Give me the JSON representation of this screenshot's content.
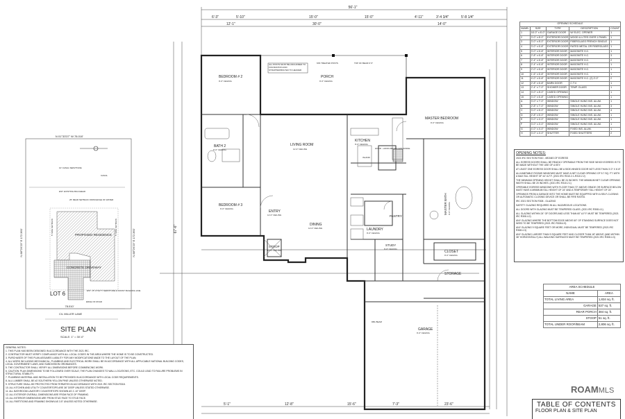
{
  "floor_plan": {
    "overall_width": "56'-1\"",
    "overall_depth": "67'-6\"",
    "top_dims": [
      "6'-3\"",
      "5'-10\"",
      "12'-1\"",
      "30'-0\"",
      "15'-0\"",
      "15'-0\"",
      "14'-0\"",
      "4'-11\"",
      "3'-4 3/4\"",
      "5'-8 1/4\""
    ],
    "bottom_dims": [
      "5'-1\"",
      "12'-8\"",
      "15'-6\"",
      "7'-3\"",
      "23'-6\""
    ],
    "porch_note": "ALL POSTS MUST BE ANCHORED TO FOUNDATION AND STRAPPED/BOLTED TO HEADER",
    "post_note": "6X6 TREATED POSTS",
    "beam_note": "TOP OF BEAM 9' 6\"",
    "range_note": "HOOD - HOOD ABOVE GAS RANGE",
    "beam_garage": "DBL BEAM",
    "rooms": [
      {
        "name": "BEDROOM # 2",
        "ceiling": "9'-0\" CEILING"
      },
      {
        "name": "PORCH",
        "ceiling": "9'-0\" CEILING"
      },
      {
        "name": "LIVING ROOM",
        "ceiling": "11'-0\" CEILING"
      },
      {
        "name": "KITCHEN",
        "ceiling": "9'-0\" CEILING"
      },
      {
        "name": "MASTER BEDROOM",
        "ceiling": "9'-0\" CEILING"
      },
      {
        "name": "BATH 2",
        "ceiling": "9'-0\" CEILING"
      },
      {
        "name": "BEDROOM # 3",
        "ceiling": "9'-0\" CEILING"
      },
      {
        "name": "ENTRY",
        "ceiling": "11'-0\" CEILING"
      },
      {
        "name": "DINING",
        "ceiling": "11'-0\" CEILING"
      },
      {
        "name": "LAUNDRY",
        "ceiling": "9'-0\" CEILING"
      },
      {
        "name": "PANTRY",
        "ceiling": ""
      },
      {
        "name": "MASTER BATH",
        "ceiling": "9'-0\" CEILING"
      },
      {
        "name": "CLOSET",
        "ceiling": "9'-0\" CEILING"
      },
      {
        "name": "STUDY",
        "ceiling": "9'-0\" CEILING"
      },
      {
        "name": "STOOP",
        "ceiling": "11'-0\" CEILING"
      },
      {
        "name": "STORAGE",
        "ceiling": ""
      },
      {
        "name": "GARAGE",
        "ceiling": "9'-0\" CEILING"
      }
    ],
    "island": "ISLAND"
  },
  "site_plan": {
    "title": "SITE PLAN",
    "scale": "SCALE: 1\" = 30'-0\"",
    "north_bearing": "N 01°33'37\" W 78.010'",
    "east_bearing": "N 88°26'23\" E 172.360'",
    "west_bearing": "N 88°26'23\" E 172.360'",
    "street_bearing": "78.010'",
    "labels": [
      "10' CANAL SERVITUDE",
      "CANAL",
      "EST. EXISTING BULKHEAD",
      "25' REAR SETBACK FROM EDGE OF WATER",
      "5' SIDE SETBACK",
      "5' SIDE SETBACK",
      "EST. 15' UTILITY SERVITUDE & FRONT BUILDING LINE",
      "EDGE OF ROAD"
    ],
    "residence": "PROPOSED RESIDENCE",
    "driveway": "CONCRETE DRIVEWAY",
    "lot": "LOT 6",
    "street": "C/L MILLER LANE"
  },
  "general_notes": {
    "title": "GENERAL NOTES:",
    "items": [
      "THIS PLAN HAS BEEN DESIGNED IN ACCORDANCE WITH THE 2021 IRC.",
      "CONTRACTOR MUST VERIFY COMPLIANCE WITH ALL LOCAL CODES IN THE AREA WHERE THE HOME IS TO BE CONSTRUCTED.",
      "PURCHASER OF THIS PLAN ASSUMES LIABILITY FOR ANY MODIFICATIONS MADE TO THE LAYOUT OF THE PLAN.",
      "ALL WORK INCLUDING MECHANICAL, PLUMBING AND ELECTRICAL WORK SHALL BE IN ACCORDANCE WITH ALL APPLICABLE NATIONAL BUILDING CODES, LOCAL GOVERNMENT LAWS, AND SUBDIVISION ORDINANCES.",
      "THE CONTRACTOR SHALL VERIFY ALL DIMENSIONS BEFORE COMMENCING WORK.",
      "CAUTION: PLAN DIMENSIONS TO BE FOLLOWED OVER SCALE; THE PLAN CHANGES TO WALL LOCATIONS, ETC. COULD LEAD TO FAILURE PROBLEMS IN STRUCTURAL STABILITY.",
      "PLUMBING MATERIAL AND INSTALLATION TO BE PROVIDED IN ACCORDANCE WITH LOCAL CODE REQUIREMENTS.",
      "ALL LUMBER SHALL BE #2 SOUTHERN YELLOW PINE UNLESS OTHERWISE NOTED.",
      "STRUCTURE SHALL BE PROTECTED FROM TERMITES IN ACCORDANCE WITH 2021 IRC SECTION R318.",
      "ALL KITCHEN AND UTILITY COUNTERTOPS ARE 36\" DEEP UNLESS STATED OTHERWISE.",
      "ALL BATHROOM LAVATORY COUNTERTOPS SHOWN AS 1'-10\" DEEP.",
      "ALL EXTERIOR OVERALL DIMENSIONS ARE FROM FACE OF FRAMING.",
      "ALL INTERIOR DIMENSIONS ARE FROM STUD FACE TO STUD FACE.",
      "ALL PARTITIONS AND FRAMING SHOWN AS 3.5\" UNLESS NOTED OTHERWISE."
    ]
  },
  "opening_schedule": {
    "title": "OPENING SCHEDULE",
    "columns": [
      "NUMB.",
      "SIZE",
      "TYPE",
      "DESCRIPTION",
      "COUNT"
    ],
    "rows": [
      [
        "1",
        "16'-0\" x 8'-0\"",
        "GARAGE DOOR",
        "W/ ELEC. OPENER",
        "1"
      ],
      [
        "2",
        "3'-0\" x 8'-0\"",
        "EXTERIOR DOOR",
        "WOOD & LITES OVER 1 PANEL",
        "1"
      ],
      [
        "3",
        "3'-0\" x 8'-0\"",
        "EXTERIOR DOOR",
        "FIBERGLASS FRENCH SINGLE",
        "1"
      ],
      [
        "4",
        "3'-0\" x 6'-8\"",
        "EXTERIOR DOOR",
        "RATED METAL OR FIBERGLASS",
        "1"
      ],
      [
        "5",
        "3'-0\" x 6'-8\"",
        "INTERIOR DOOR",
        "MASONITE H.C.",
        "1"
      ],
      [
        "6",
        "2'-8\" x 6'-8\"",
        "INTERIOR DOOR",
        "MASONITE H.C.",
        "3"
      ],
      [
        "7",
        "2'-4\" x 6'-8\"",
        "INTERIOR DOOR",
        "MASONITE H.C.",
        "2"
      ],
      [
        "8",
        "2'-4\" x 6'-8\"",
        "INTERIOR DOOR",
        "MASONITE H.C.",
        "1"
      ],
      [
        "9",
        "2'-0\" x 6'-8\"",
        "INTERIOR DOOR",
        "MASONITE H.C.",
        "1"
      ],
      [
        "10",
        "1'-6\" x 6'-8\"",
        "INTERIOR DOOR",
        "MASONITE H.C.",
        "1"
      ],
      [
        "11",
        "4'-0\" x 6'-8\"",
        "INTERIOR DOOR",
        "MASONITE H.C. (2) 2'-0\"",
        "2"
      ],
      [
        "12",
        "2'-8\" x 6'-8\"",
        "BARN DOOR",
        "C.T.V.",
        "1"
      ],
      [
        "13",
        "2'-4\" x 7'-0\"",
        "SHOWER DOOR",
        "TEMP. GLASS",
        "1"
      ],
      [
        "14",
        "3'-0\" x 8'-0\"",
        "CASED OPENING",
        "",
        "1"
      ],
      [
        "15",
        "3'-0\" x 6'-8\"",
        "CASED OPENING",
        "",
        "1"
      ],
      [
        "A",
        "3'-0\" x 7'-0\"",
        "WINDOW",
        "SINGLE HUNG INS. ALUM.",
        "1"
      ],
      [
        "B",
        "2'-8\" x 7'-0\"",
        "WINDOW",
        "SINGLE HUNG INS. ALUM.",
        "3"
      ],
      [
        "C",
        "3'-0\" x 6'-0\"",
        "WINDOW",
        "SINGLE HUNG INS. ALUM.",
        "4"
      ],
      [
        "D",
        "2'-8\" x 6'-0\"",
        "WINDOW",
        "SINGLE HUNG INS. ALUM.",
        "1"
      ],
      [
        "E",
        "3'-0\" x 4'-0\"",
        "WINDOW",
        "SINGLE HUNG INS. ALUM.",
        "1"
      ],
      [
        "F",
        "3'-0\" x 4'-0\"",
        "WINDOW",
        "SINGLE HUNG INS. ALUM.",
        "1"
      ],
      [
        "G",
        "4'-0\" x 4'-0\"",
        "WINDOW",
        "FIXED INS. ALUM.",
        "1"
      ],
      [
        "H",
        "3'-0\" x 4'-0\"",
        "SHUTTER",
        "FIXED SHUTTERS",
        "2"
      ]
    ]
  },
  "opening_notes": {
    "title": "OPENING NOTES:",
    "items": [
      "2021 IRC SECTION R310 - MEANS OF EGRESS",
      "ALL EGRESS DOORS SHALL BE READILY OPERABLE FROM THE SIDE WHICH EGRESS IS TO BE MADE WITHOUT THE USE OF A KEY.",
      "AT LEAST ONE EGRESS DOOR SHALL BE A SIDE-HINGED DOOR NOT LESS THAN 3'-0\" X 6'-8\".",
      "ALLHABITABLE ROOMS WINDOWS MUST HAVE A NET CLEAR OPENING OF 5.7 SQ. FT. WITH A MAX SILL HEIGHT OF 44\" A.F.F. (2021 IRC R310.2.1-R310.2.2)",
      "THE MINIMUM OPENING HEIGHT SHALL BE 24 INCHES. THE MINIMUM NET CLEAR OPENING WIDTH SHALL BE 20 INCHES. (2021 IRC R310.2.1)",
      "OPERABLE EGRESS WINDOWS WITH FLOOR THAN 72\" ABOVE GRADE OR SURFACE BELOW MUST HAVE A MINIMUM SILL HEIGHT OF 24\" AND A TEMPORARY SILL HEIGHT OF 24\".",
      "OPENINGS FROM A GARAGE INTO THE HOME MUST BE EQUIPPED WITH A SELF-CLOSING OR AUTOMATIC CLOSING DEVICE OR SHALL BE FIRE RATED.",
      "IRC 2021 SECTION R308 - GLAZING",
      "SAFETY GLAZING REQUIRED IN ALL HAZARDOUS LOCATIONS.",
      "ALL DOORS WITH GLAZING MUST BE TEMPERED GLASS. (2021 IRC R308.4.1)",
      "ALL GLAZING WITHIN 24\" OF DOORS AND LESS THAN 60\" A.F.F. MUST BE TEMPERED (2021 IRC R308.4.2)",
      "ANY GLAZING WHERE THE BOTTOM EDGE ABOVE 60\" OF STANDING SURFACE DOES NOT NEED TO BE TEMPERED (2021 IRC R308.4.5)",
      "ANY GLAZING 9 SQUARE FEET OR MORE, INDIVIDUAL MUST BE TEMPERED (2021 IRC R308.4.3)",
      "ANY GLAZING LARGER THAN 9 SQUARE FEET AND CLOSER THAN 18\" ABOVE (AND WITHIN 36\" HORIZONTALLY) ALL WALKING SURFACES MUST BE TEMPERED (2021 IRC R308.4.3)"
    ]
  },
  "area_schedule": {
    "title": "AREA SCHEDULE",
    "columns": [
      "NAME",
      "AREA"
    ],
    "rows": [
      [
        "TOTAL LIVING AREA",
        "1,834 sq. ft."
      ],
      [
        "GARAGE",
        "537 sq. ft."
      ],
      [
        "REAR PORCH",
        "384 sq. ft."
      ],
      [
        "STOOP",
        "51 sq. ft."
      ],
      [
        "TOTAL UNDER ROOF/BEAM",
        "2,806 sq. ft."
      ]
    ]
  },
  "table_of_contents": {
    "title": "TABLE OF CONTENTS",
    "items": [
      "FLOOR PLAN & SITE PLAN"
    ]
  },
  "watermark": {
    "brand": "ROAM",
    "suffix": "MLS"
  },
  "colors": {
    "line": "#222222",
    "hatch": "#999999",
    "paper": "#ffffff"
  }
}
